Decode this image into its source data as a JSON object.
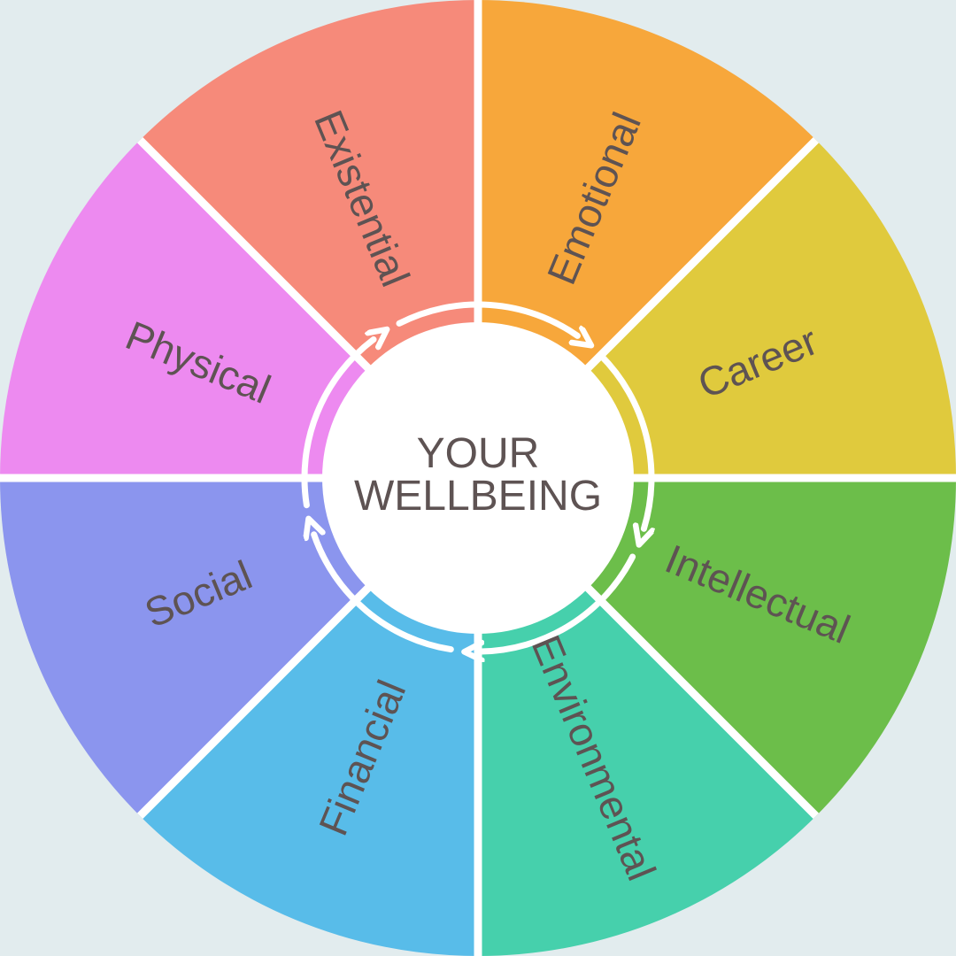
{
  "title": {
    "line1": "YOUR",
    "line2": "WELLBEING"
  },
  "segments": [
    {
      "id": "emotional",
      "label": "Emotional",
      "color": "#F7A73B"
    },
    {
      "id": "career",
      "label": "Career",
      "color": "#E0CA3D"
    },
    {
      "id": "intellectual",
      "label": "Intellectual",
      "color": "#6CBE4A"
    },
    {
      "id": "environmental",
      "label": "Environmental",
      "color": "#46D0AC"
    },
    {
      "id": "financial",
      "label": "Financial",
      "color": "#58BCE9"
    },
    {
      "id": "social",
      "label": "Social",
      "color": "#8B95EE"
    },
    {
      "id": "physical",
      "label": "Physical",
      "color": "#ED8AF0"
    },
    {
      "id": "existential",
      "label": "Existential",
      "color": "#F68A7A"
    }
  ],
  "colors": {
    "background": "#E2ECEE",
    "divider": "#FFFFFF",
    "center_fill": "#FFFFFF",
    "arrow": "#FFFFFF",
    "text": "#5E5353"
  },
  "cycle": {
    "arrow_count": 5,
    "direction": "clockwise"
  }
}
